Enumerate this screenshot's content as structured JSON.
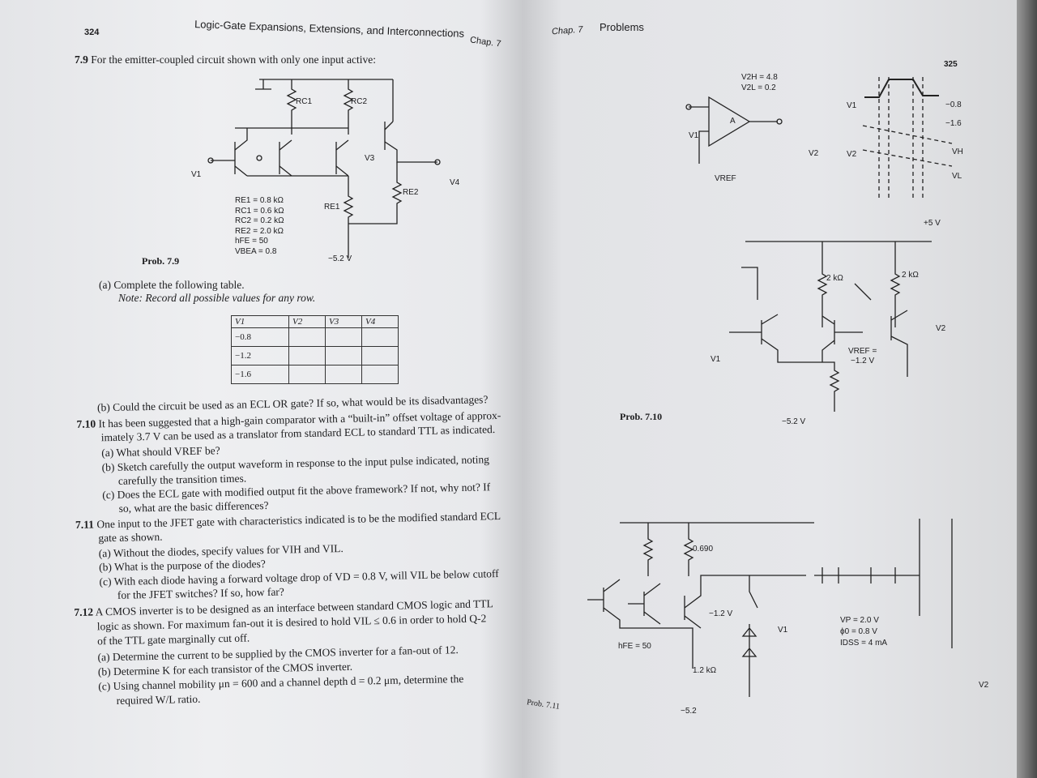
{
  "left_page": {
    "page_number": "324",
    "running_head": "Logic-Gate Expansions, Extensions, and Interconnections",
    "chapter_tag": "Chap. 7",
    "prob_7_9": {
      "number": "7.9",
      "text": "For the emitter-coupled circuit shown with only one input active:",
      "figure_label": "Prob. 7.9",
      "components": {
        "rc1": "RC1",
        "rc2": "RC2",
        "re1": "RE1",
        "re2": "RE2",
        "v1": "V1",
        "v3": "V3",
        "v4": "V4",
        "supply": "−5.2 V"
      },
      "params": [
        "RE1 = 0.8 kΩ",
        "RC1 = 0.6 kΩ",
        "RC2 = 0.2 kΩ",
        "RE2 = 2.0 kΩ",
        "hFE = 50",
        "VBEA = 0.8"
      ],
      "part_a": "(a) Complete the following table.",
      "note": "Note: Record all possible values for any row.",
      "table": {
        "headers": [
          "V1",
          "V2",
          "V3",
          "V4"
        ],
        "rows": [
          [
            "−0.8",
            "",
            "",
            ""
          ],
          [
            "−1.2",
            "",
            "",
            ""
          ],
          [
            "−1.6",
            "",
            "",
            ""
          ]
        ]
      },
      "part_b": "(b) Could the circuit be used as an ECL OR gate? If so, what would be its disadvantages?"
    },
    "prob_7_10": {
      "number": "7.10",
      "text1": "It has been suggested that a high-gain comparator with a “built-in” offset voltage of approx-",
      "text2": "imately 3.7 V can be used as a translator from standard ECL to standard TTL as indicated.",
      "a": "(a) What should VREF be?",
      "b1": "(b) Sketch carefully the output waveform in response to the input pulse indicated, noting",
      "b2": "carefully the transition times.",
      "c1": "(c) Does the ECL gate with modified output fit the above framework? If not, why not? If",
      "c2": "so, what are the basic differences?"
    },
    "prob_7_11": {
      "number": "7.11",
      "text1": "One input to the JFET gate with characteristics indicated is to be the modified standard ECL",
      "text2": "gate as shown.",
      "a": "(a) Without the diodes, specify values for VIH and VIL.",
      "b": "(b) What is the purpose of the diodes?",
      "c1": "(c) With each diode having a forward voltage drop of VD = 0.8 V, will VIL be below cutoff",
      "c2": "for the JFET switches? If so, how far?"
    },
    "prob_7_12": {
      "number": "7.12",
      "text1": "A CMOS inverter is to be designed as an interface between standard CMOS logic and TTL",
      "text2": "logic as shown. For maximum fan-out it is desired to hold VIL ≤ 0.6 in order to hold Q-2",
      "text3": "of the TTL gate marginally cut off.",
      "a": "(a) Determine the current to be supplied by the CMOS inverter for a fan-out of 12.",
      "b": "(b) Determine K for each transistor of the CMOS inverter.",
      "c1": "(c) Using channel mobility μn = 600 and a channel depth d = 0.2 μm, determine the",
      "c2": "required W/L ratio."
    }
  },
  "right_page": {
    "chapter_tag": "Chap. 7",
    "running_head": "Problems",
    "page_number": "325",
    "prob_7_10_fig": {
      "v2h": "V2H = 4.8",
      "v2l": "V2L = 0.2",
      "amp": "A",
      "v1": "V1",
      "v2": "V2",
      "vref": "VREF",
      "wave_v1": "V1",
      "wave_v2": "V2",
      "level_high": "−0.8",
      "level_low": "−1.6",
      "vh": "VH",
      "vl": "VL",
      "supply": "+5 V",
      "r1": "2 kΩ",
      "r2": "2 kΩ",
      "vref_val1": "VREF =",
      "vref_val2": "−1.2 V",
      "neg": "−5.2 V",
      "figure_label": "Prob. 7.10"
    },
    "prob_7_11_fig": {
      "v0690": "0.690",
      "m12": "−1.2 V",
      "hfe": "hFE = 50",
      "r": "1.2 kΩ",
      "neg": "−5.2",
      "v1": "V1",
      "v2": "V2",
      "vp": "VP = 2.0 V",
      "phi": "ϕ0 = 0.8 V",
      "idss": "IDSS = 4 mA",
      "figure_label": "Prob. 7.11"
    }
  }
}
